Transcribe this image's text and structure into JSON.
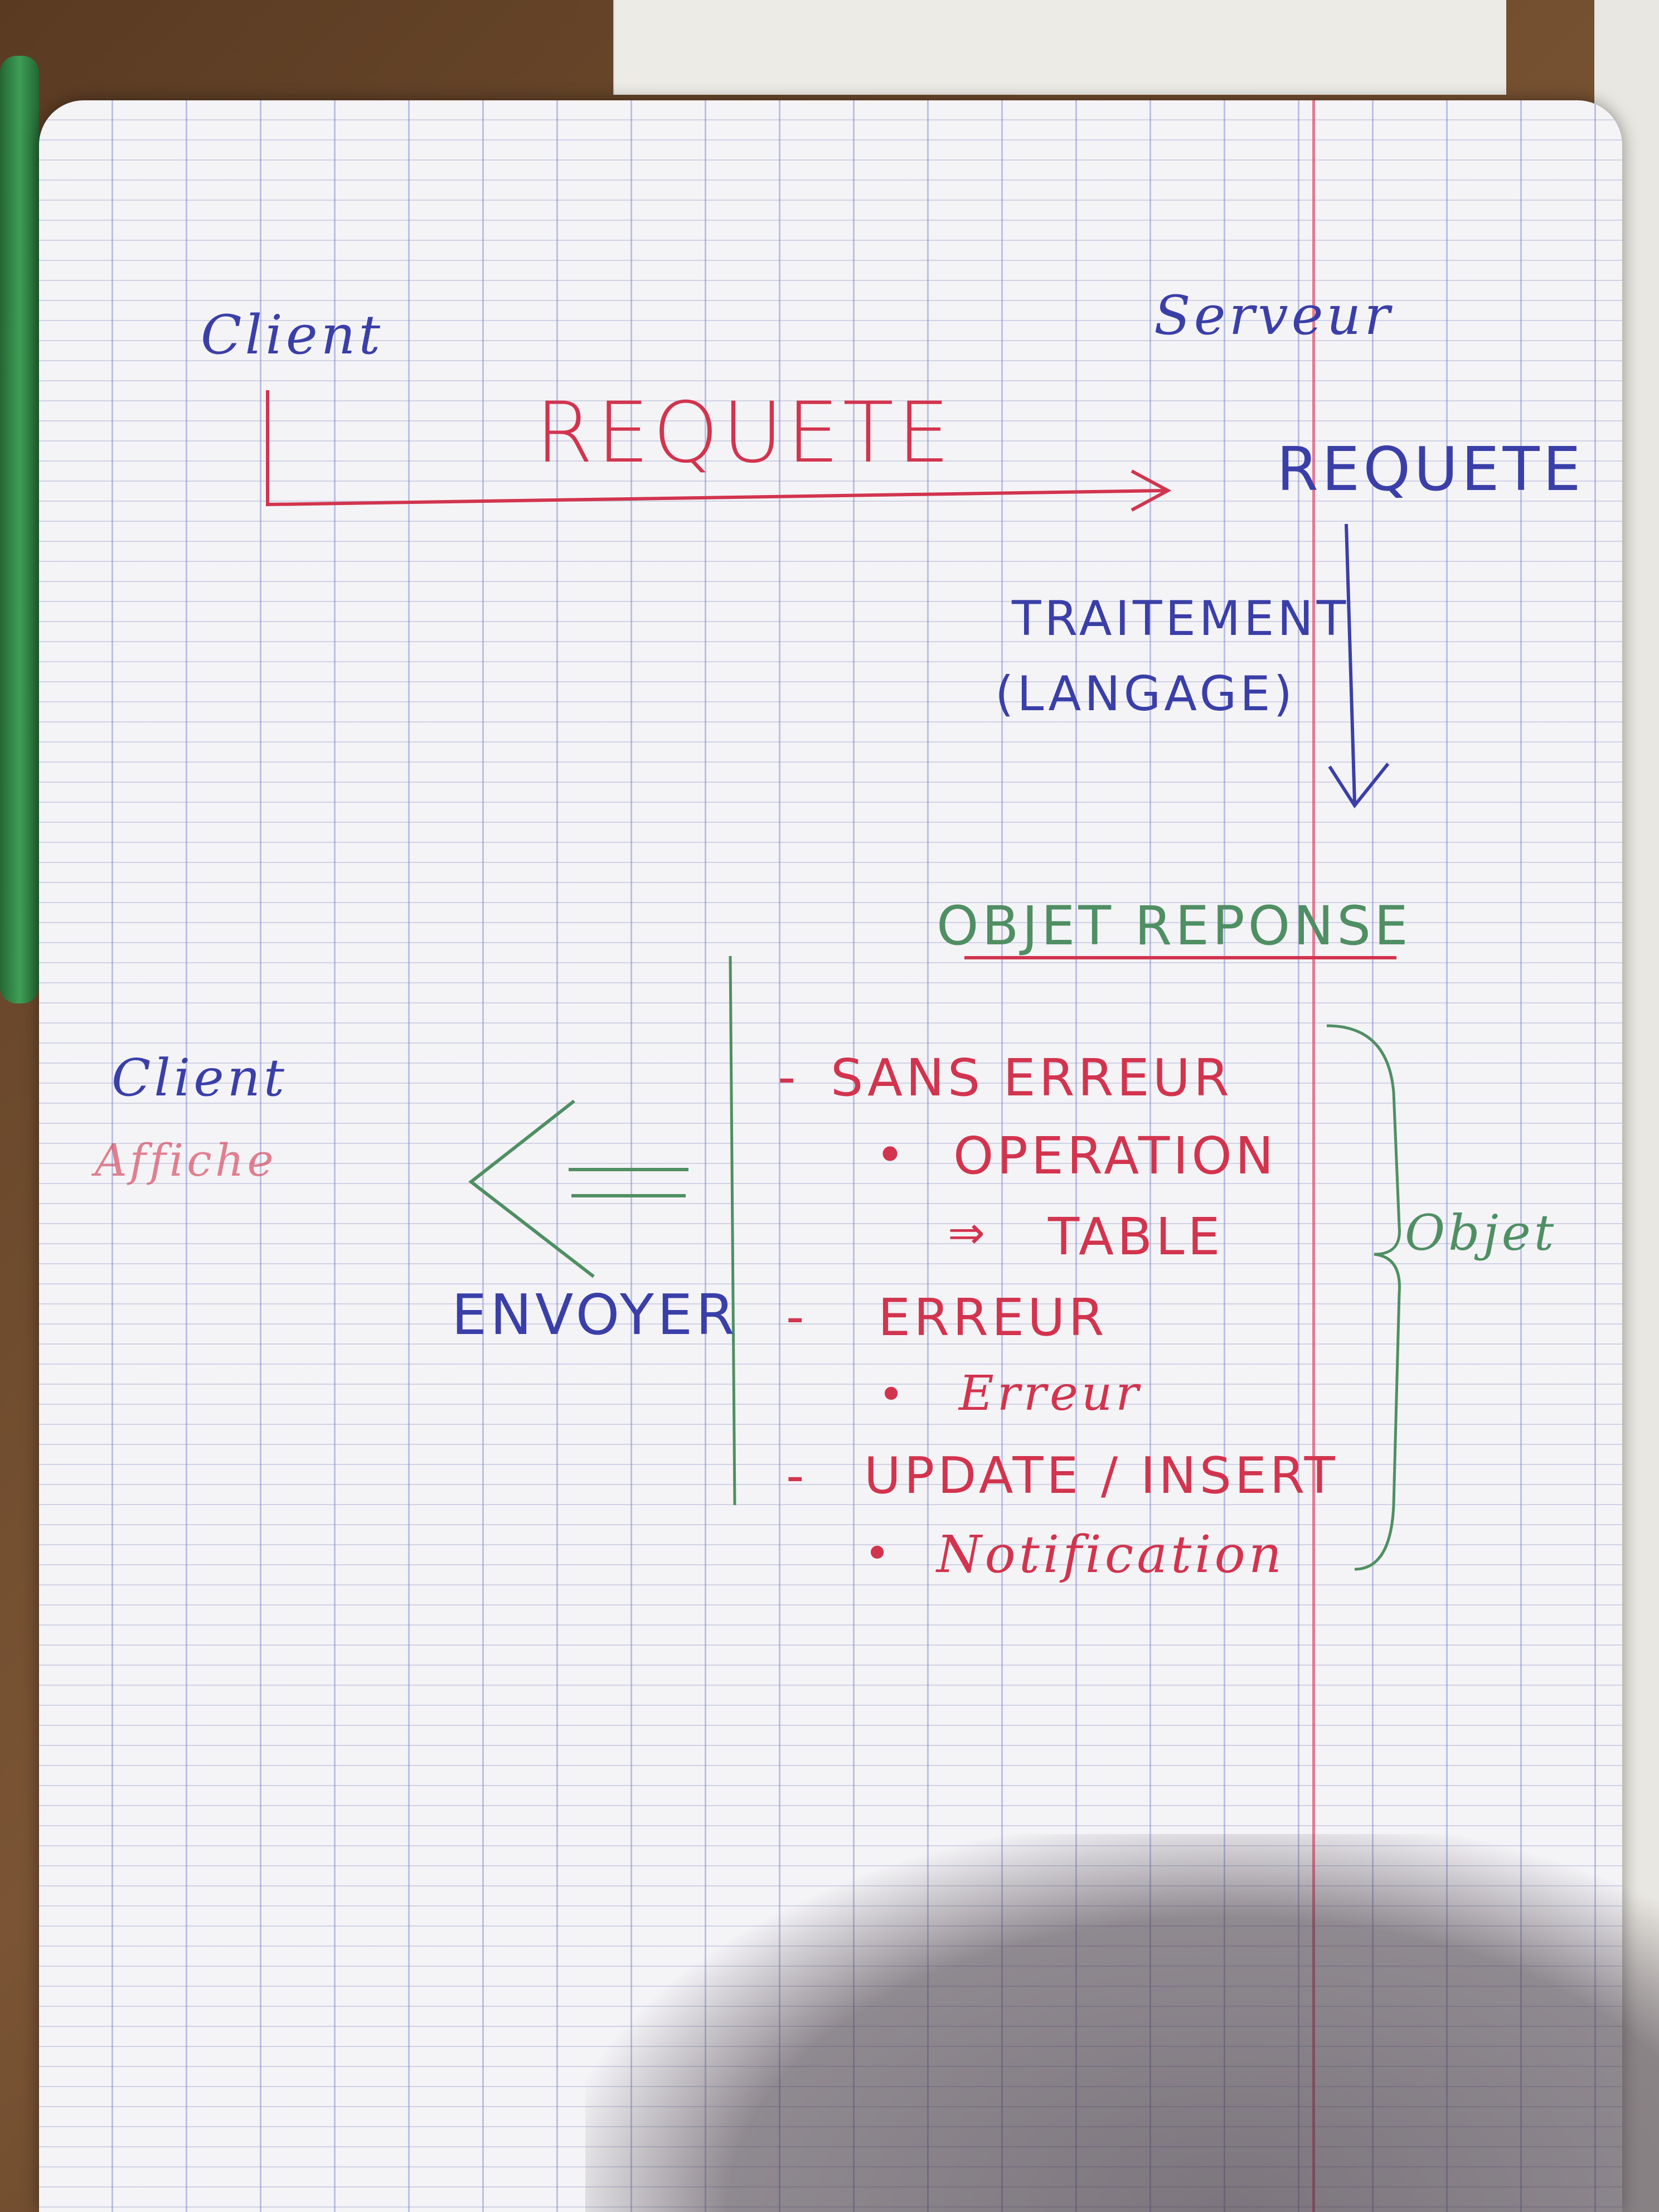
{
  "diagram": {
    "client_label": "Client",
    "server_label": "Serveur",
    "request_label": "REQUETE",
    "server_request_label": "REQUETE",
    "processing_label": "TRAITEMENT",
    "language_label": "(LANGAGE)",
    "response_title": "OBJET REPONSE",
    "client_display_line1": "Client",
    "client_display_line2": "Affiche",
    "send_label": "ENVOYER",
    "object_label": "Objet",
    "items": [
      {
        "bullet": "-",
        "text": "SANS ERREUR"
      },
      {
        "bullet": "•",
        "text": "OPERATION"
      },
      {
        "bullet": "⇒",
        "text": "TABLE"
      },
      {
        "bullet": "-",
        "text": "ERREUR"
      },
      {
        "bullet": "•",
        "text": "Erreur"
      },
      {
        "bullet": "-",
        "text": "UPDATE / INSERT"
      },
      {
        "bullet": "•",
        "text": "Notification"
      }
    ],
    "colors": {
      "blue_ink": "#3a3fa8",
      "red_ink": "#d2344e",
      "green_ink": "#4f8f63"
    }
  }
}
